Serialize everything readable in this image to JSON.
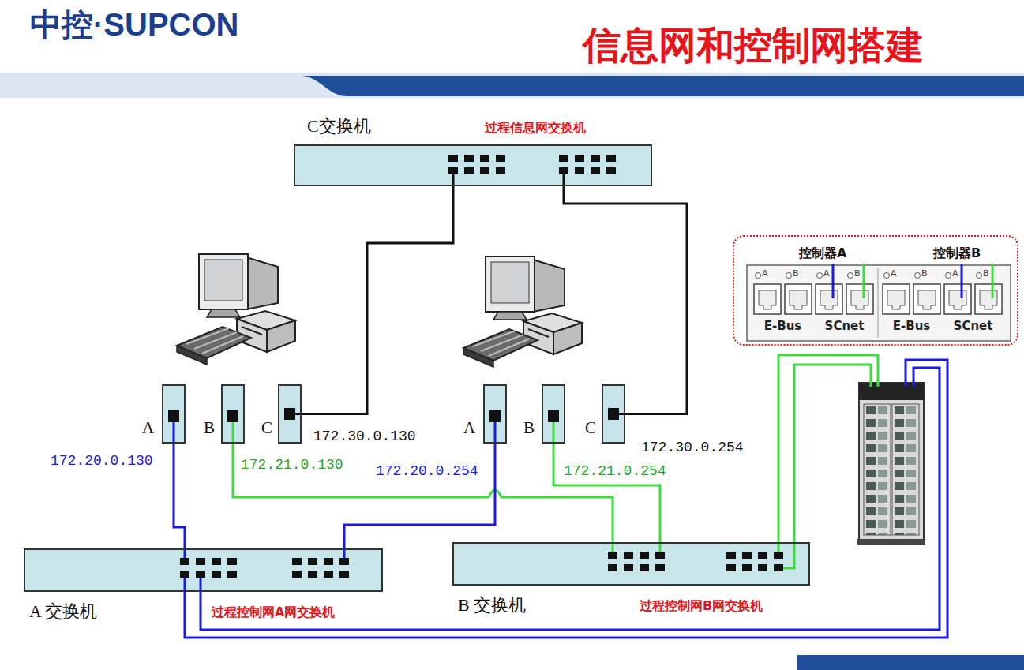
{
  "diagram": {
    "title": "信息网和控制网搭建",
    "nodes": [
      {
        "text": [
          "C交换机",
          "过程信息网交换机"
        ]
      },
      {
        "text": [
          "控制器A",
          "控制器B"
        ]
      },
      {
        "text": [
          "A",
          "172.20.0.130"
        ]
      },
      {
        "text": [
          "B",
          "172.21.0.130"
        ]
      },
      {
        "text": [
          "C",
          "172.30.0.130"
        ]
      },
      {
        "text": [
          "A",
          "172.20.0.254"
        ]
      },
      {
        "text": [
          "B",
          "172.21.0.254"
        ]
      },
      {
        "text": [
          "C",
          "172.30.0.254"
        ]
      },
      {
        "text": [
          "A 交换机",
          "过程控制网A网交换机"
        ]
      },
      {
        "text": [
          "B 交换机",
          "过程控制网B网交换机"
        ]
      }
    ],
    "edges": [
      {
        "from": 2,
        "to": 8,
        "arrow": "none"
      },
      {
        "from": 3,
        "to": 9,
        "arrow": "none"
      },
      {
        "from": 4,
        "to": 0,
        "arrow": "none"
      },
      {
        "from": 5,
        "to": 8,
        "arrow": "none"
      },
      {
        "from": 6,
        "to": 9,
        "arrow": "none"
      },
      {
        "from": 7,
        "to": 0,
        "arrow": "none"
      }
    ],
    "labels": [
      "中控·SUPCON",
      "A",
      "B",
      "A",
      "B",
      "A",
      "B",
      "A",
      "B",
      "E-Bus",
      "SCnet",
      "E-Bus",
      "SCnet"
    ]
  }
}
